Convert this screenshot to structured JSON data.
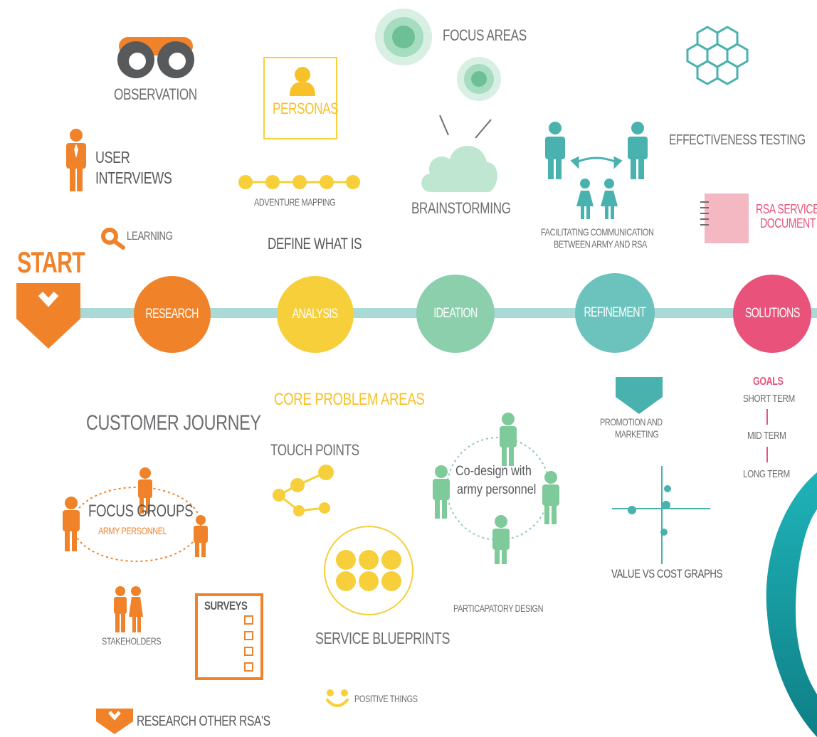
{
  "colors": {
    "research": "#f0822a",
    "analysis": "#f7cf3a",
    "ideation": "#8ccfac",
    "refinement": "#6cc3bd",
    "solutions": "#e9527a",
    "timeline": "#a9dad6",
    "text": "#6d6e70",
    "teal_icon": "#49b2ae",
    "green_icon": "#7fca9a",
    "orange_icon": "#f0822a",
    "yellow_icon": "#f7cf3a"
  },
  "timeline": {
    "start": "START",
    "stages": [
      "RESEARCH",
      "ANALYSIS",
      "IDEATION",
      "REFINEMENT",
      "SOLUTIONS"
    ]
  },
  "labels": {
    "observation": "OBSERVATION",
    "personas": "PERSONAS",
    "focus_areas": "FOCUS AREAS",
    "effectiveness_testing": "EFFECTIVENESS TESTING",
    "user_interviews_1": "USER",
    "user_interviews_2": "INTERVIEWS",
    "adventure_mapping": "ADVENTURE MAPPING",
    "brainstorming": "BRAINSTORMING",
    "facilitating_1": "FACILITATING COMMUNICATION",
    "facilitating_2": "BETWEEN ARMY AND RSA",
    "rsa_doc_1": "RSA SERVICE",
    "rsa_doc_2": "DOCUMENT",
    "learning": "LEARNING",
    "define_what_is": "DEFINE WHAT IS",
    "core_problem_areas": "CORE PROBLEM  AREAS",
    "customer_journey": "CUSTOMER JOURNEY",
    "touch_points": "TOUCH POINTS",
    "codesign_1": "Co-design with",
    "codesign_2": "army personnel",
    "promotion_1": "PROMOTION AND",
    "promotion_2": "MARKETING",
    "goals": "GOALS",
    "short_term": "SHORT TERM",
    "mid_term": "MID TERM",
    "long_term": "LONG TERM",
    "focus_groups": "FOCUS GROUPS",
    "army_personnel": "ARMY PERSONNEL",
    "value_vs_cost": "VALUE VS COST GRAPHS",
    "participatory_design": "PARTICAPATORY DESIGN",
    "stakeholders": "STAKEHOLDERS",
    "surveys": "SURVEYS",
    "service_blueprints": "SERVICE BLUEPRINTS",
    "positive_things": "POSITIVE THINGS",
    "research_other": "RESEARCH OTHER RSA'S"
  }
}
